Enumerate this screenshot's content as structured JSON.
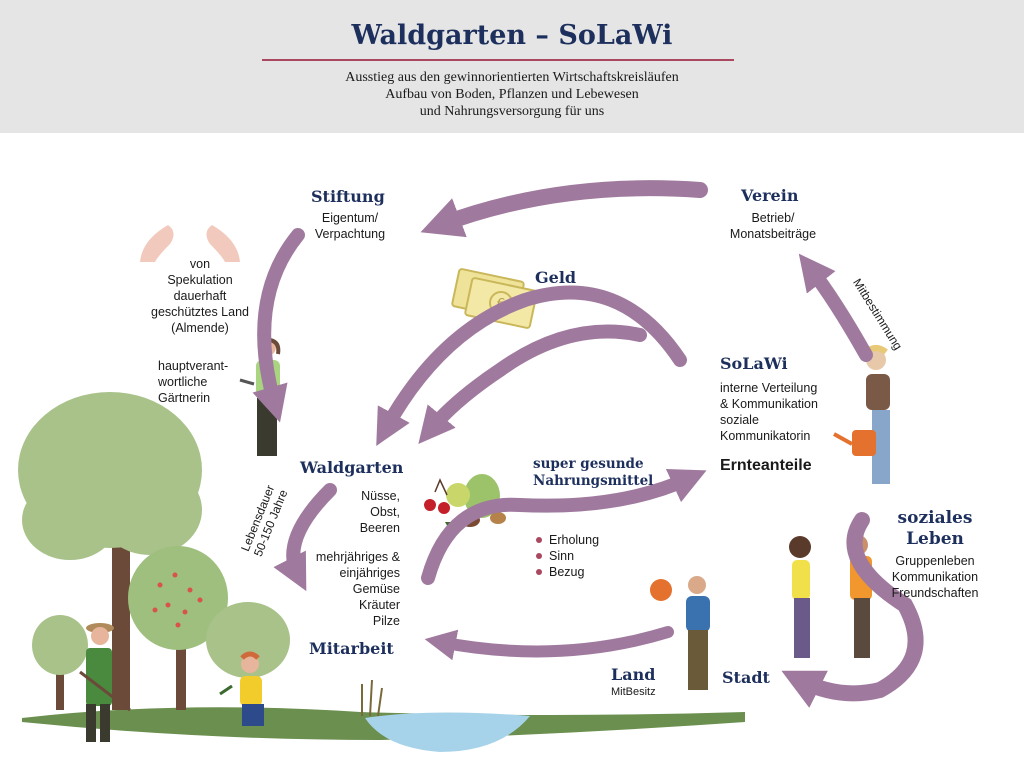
{
  "header": {
    "title": "Waldgarten – SoLaWi",
    "subtitle_lines": [
      "Ausstieg aus den gewinnorientierten Wirtschaftskreisläufen",
      "Aufbau von Boden, Pflanzen und Lebewesen",
      "und Nahrungsversorgung für uns"
    ]
  },
  "nodes": {
    "stiftung": {
      "title": "Stiftung",
      "lines": [
        "Eigentum/",
        "Verpachtung"
      ]
    },
    "verein": {
      "title": "Verein",
      "lines": [
        "Betrieb/",
        "Monatsbeiträge"
      ]
    },
    "geld": {
      "title": "Geld"
    },
    "solawi": {
      "title": "SoLaWi",
      "lines": [
        "interne Verteilung",
        "& Kommunikation",
        "soziale",
        "Kommunikatorin"
      ]
    },
    "ernteanteile": {
      "title": "Ernteanteile"
    },
    "waldgarten": {
      "title": "Waldgarten",
      "lines_1": [
        "Nüsse,",
        "Obst,",
        "Beeren"
      ],
      "lines_2": [
        "mehrjähriges &",
        "einjähriges",
        "Gemüse",
        "Kräuter",
        "Pilze"
      ]
    },
    "nahrung": {
      "title_lines": [
        "super gesunde",
        "Nahrungsmittel"
      ],
      "bullets": [
        "Erholung",
        "Sinn",
        "Bezug"
      ]
    },
    "soziales_leben": {
      "title_lines": [
        "soziales",
        "Leben"
      ],
      "lines": [
        "Gruppenleben",
        "Kommunikation",
        "Freundschaften"
      ]
    },
    "mitarbeit": {
      "title": "Mitarbeit"
    },
    "land": {
      "title": "Land",
      "sub": "MitBesitz"
    },
    "stadt": {
      "title": "Stadt"
    }
  },
  "side_notes": {
    "almende": [
      "von",
      "Spekulation",
      "dauerhaft",
      "geschütztes Land",
      "(Almende)"
    ],
    "gaertnerin": [
      "hauptverant-",
      "wortliche",
      "Gärtnerin"
    ],
    "lebensdauer": [
      "Lebensdauer",
      "50-150 Jahre"
    ],
    "mitbestimmung": "Mitbestimmung"
  },
  "icons": [
    "hands-icon",
    "money-icon",
    "fruit-icon",
    "trees-icon",
    "pond-icon"
  ],
  "colors": {
    "title": "#1d2f5c",
    "rule": "#a9485f",
    "arrow": "#a07a9e",
    "header_bg": "#e5e5e5"
  }
}
